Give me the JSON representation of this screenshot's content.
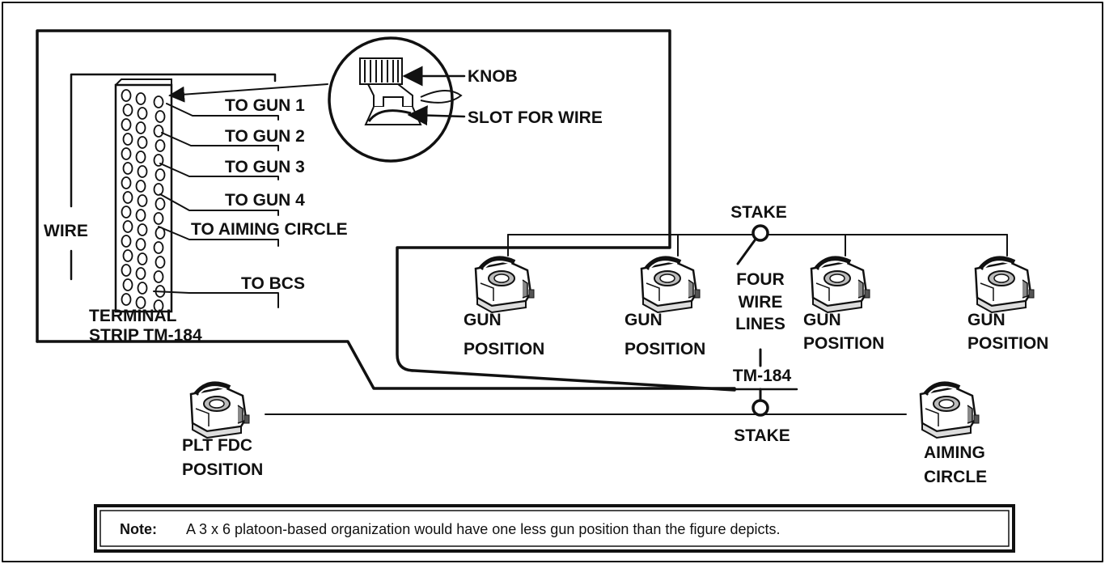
{
  "labels": {
    "knob": "KNOB",
    "slot_for_wire": "SLOT FOR WIRE",
    "to_gun_1": "TO GUN 1",
    "to_gun_2": "TO GUN 2",
    "to_gun_3": "TO GUN 3",
    "to_gun_4": "TO GUN 4",
    "to_aiming_circle": "TO AIMING CIRCLE",
    "to_bcs": "TO BCS",
    "wire": "WIRE",
    "terminal_strip_line1": "TERMINAL",
    "terminal_strip_line2": "STRIP TM-184",
    "stake_top": "STAKE",
    "stake_bottom": "STAKE",
    "four_wire_lines": [
      "FOUR",
      "WIRE",
      "LINES"
    ],
    "tm184": "TM-184",
    "gun_position_1": [
      "GUN",
      "POSITION"
    ],
    "gun_position_2": [
      "GUN",
      "POSITION"
    ],
    "gun_position_3": [
      "GUN",
      "POSITION"
    ],
    "gun_position_4": [
      "GUN",
      "POSITION"
    ],
    "plt_fdc_position": [
      "PLT FDC",
      "POSITION"
    ],
    "aiming_circle": [
      "AIMING",
      "CIRCLE"
    ]
  },
  "note": {
    "label": "Note:",
    "text": "A 3 x 6 platoon-based organization would have one less gun position than the figure depicts."
  }
}
